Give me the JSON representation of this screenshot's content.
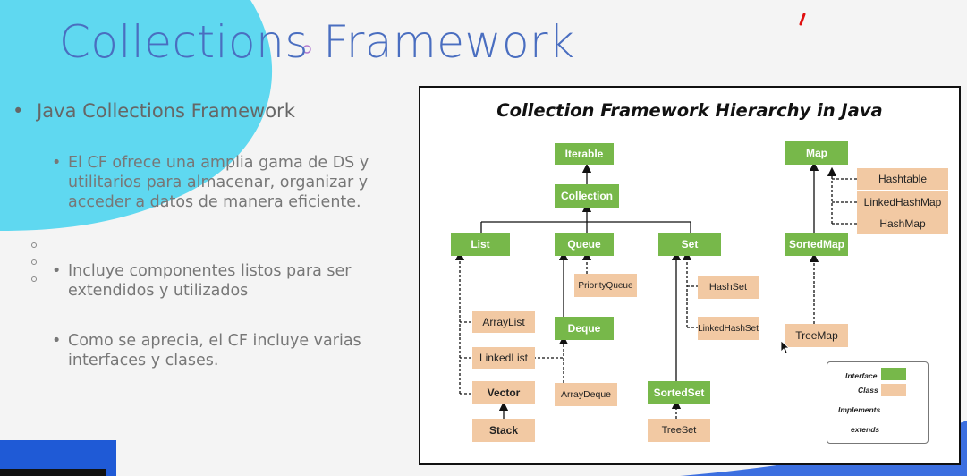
{
  "slide": {
    "title": "Collections Framework",
    "main_bullet": "Java Collections Framework",
    "sub_bullets": [
      "El CF ofrece una amplia gama de DS y utilitarios para almacenar, organizar y acceder a datos de manera eficiente.",
      "Incluye componentes listos para ser extendidos y utilizados",
      "Como se aprecia, el CF incluye varias interfaces y clases."
    ],
    "bullet_glyph": "•"
  },
  "diagram": {
    "title": "Collection Framework Hierarchy in Java",
    "nodes": {
      "iterable": "Iterable",
      "collection": "Collection",
      "list": "List",
      "queue": "Queue",
      "set": "Set",
      "map": "Map",
      "hashtable": "Hashtable",
      "linkedhashmap": "LinkedHashMap",
      "hashmap": "HashMap",
      "sortedmap": "SortedMap",
      "treemap": "TreeMap",
      "priorityqueue": "PriorityQueue",
      "deque": "Deque",
      "arraydeque": "ArrayDeque",
      "hashset": "HashSet",
      "linkedhashset": "LinkedHashSet",
      "sortedset": "SortedSet",
      "treeset": "TreeSet",
      "arraylist": "ArrayList",
      "linkedlist": "LinkedList",
      "vector": "Vector",
      "stack": "Stack"
    },
    "legend": {
      "interface": "Interface",
      "class": "Class",
      "implements": "Implements",
      "extends": "extends"
    },
    "colors": {
      "interface": "#77b84a",
      "class": "#f2c9a3"
    }
  },
  "theme": {
    "title_color": "#4a6ec0",
    "accent_cyan": "#5fd8f0",
    "accent_blue": "#1f5ad6"
  }
}
